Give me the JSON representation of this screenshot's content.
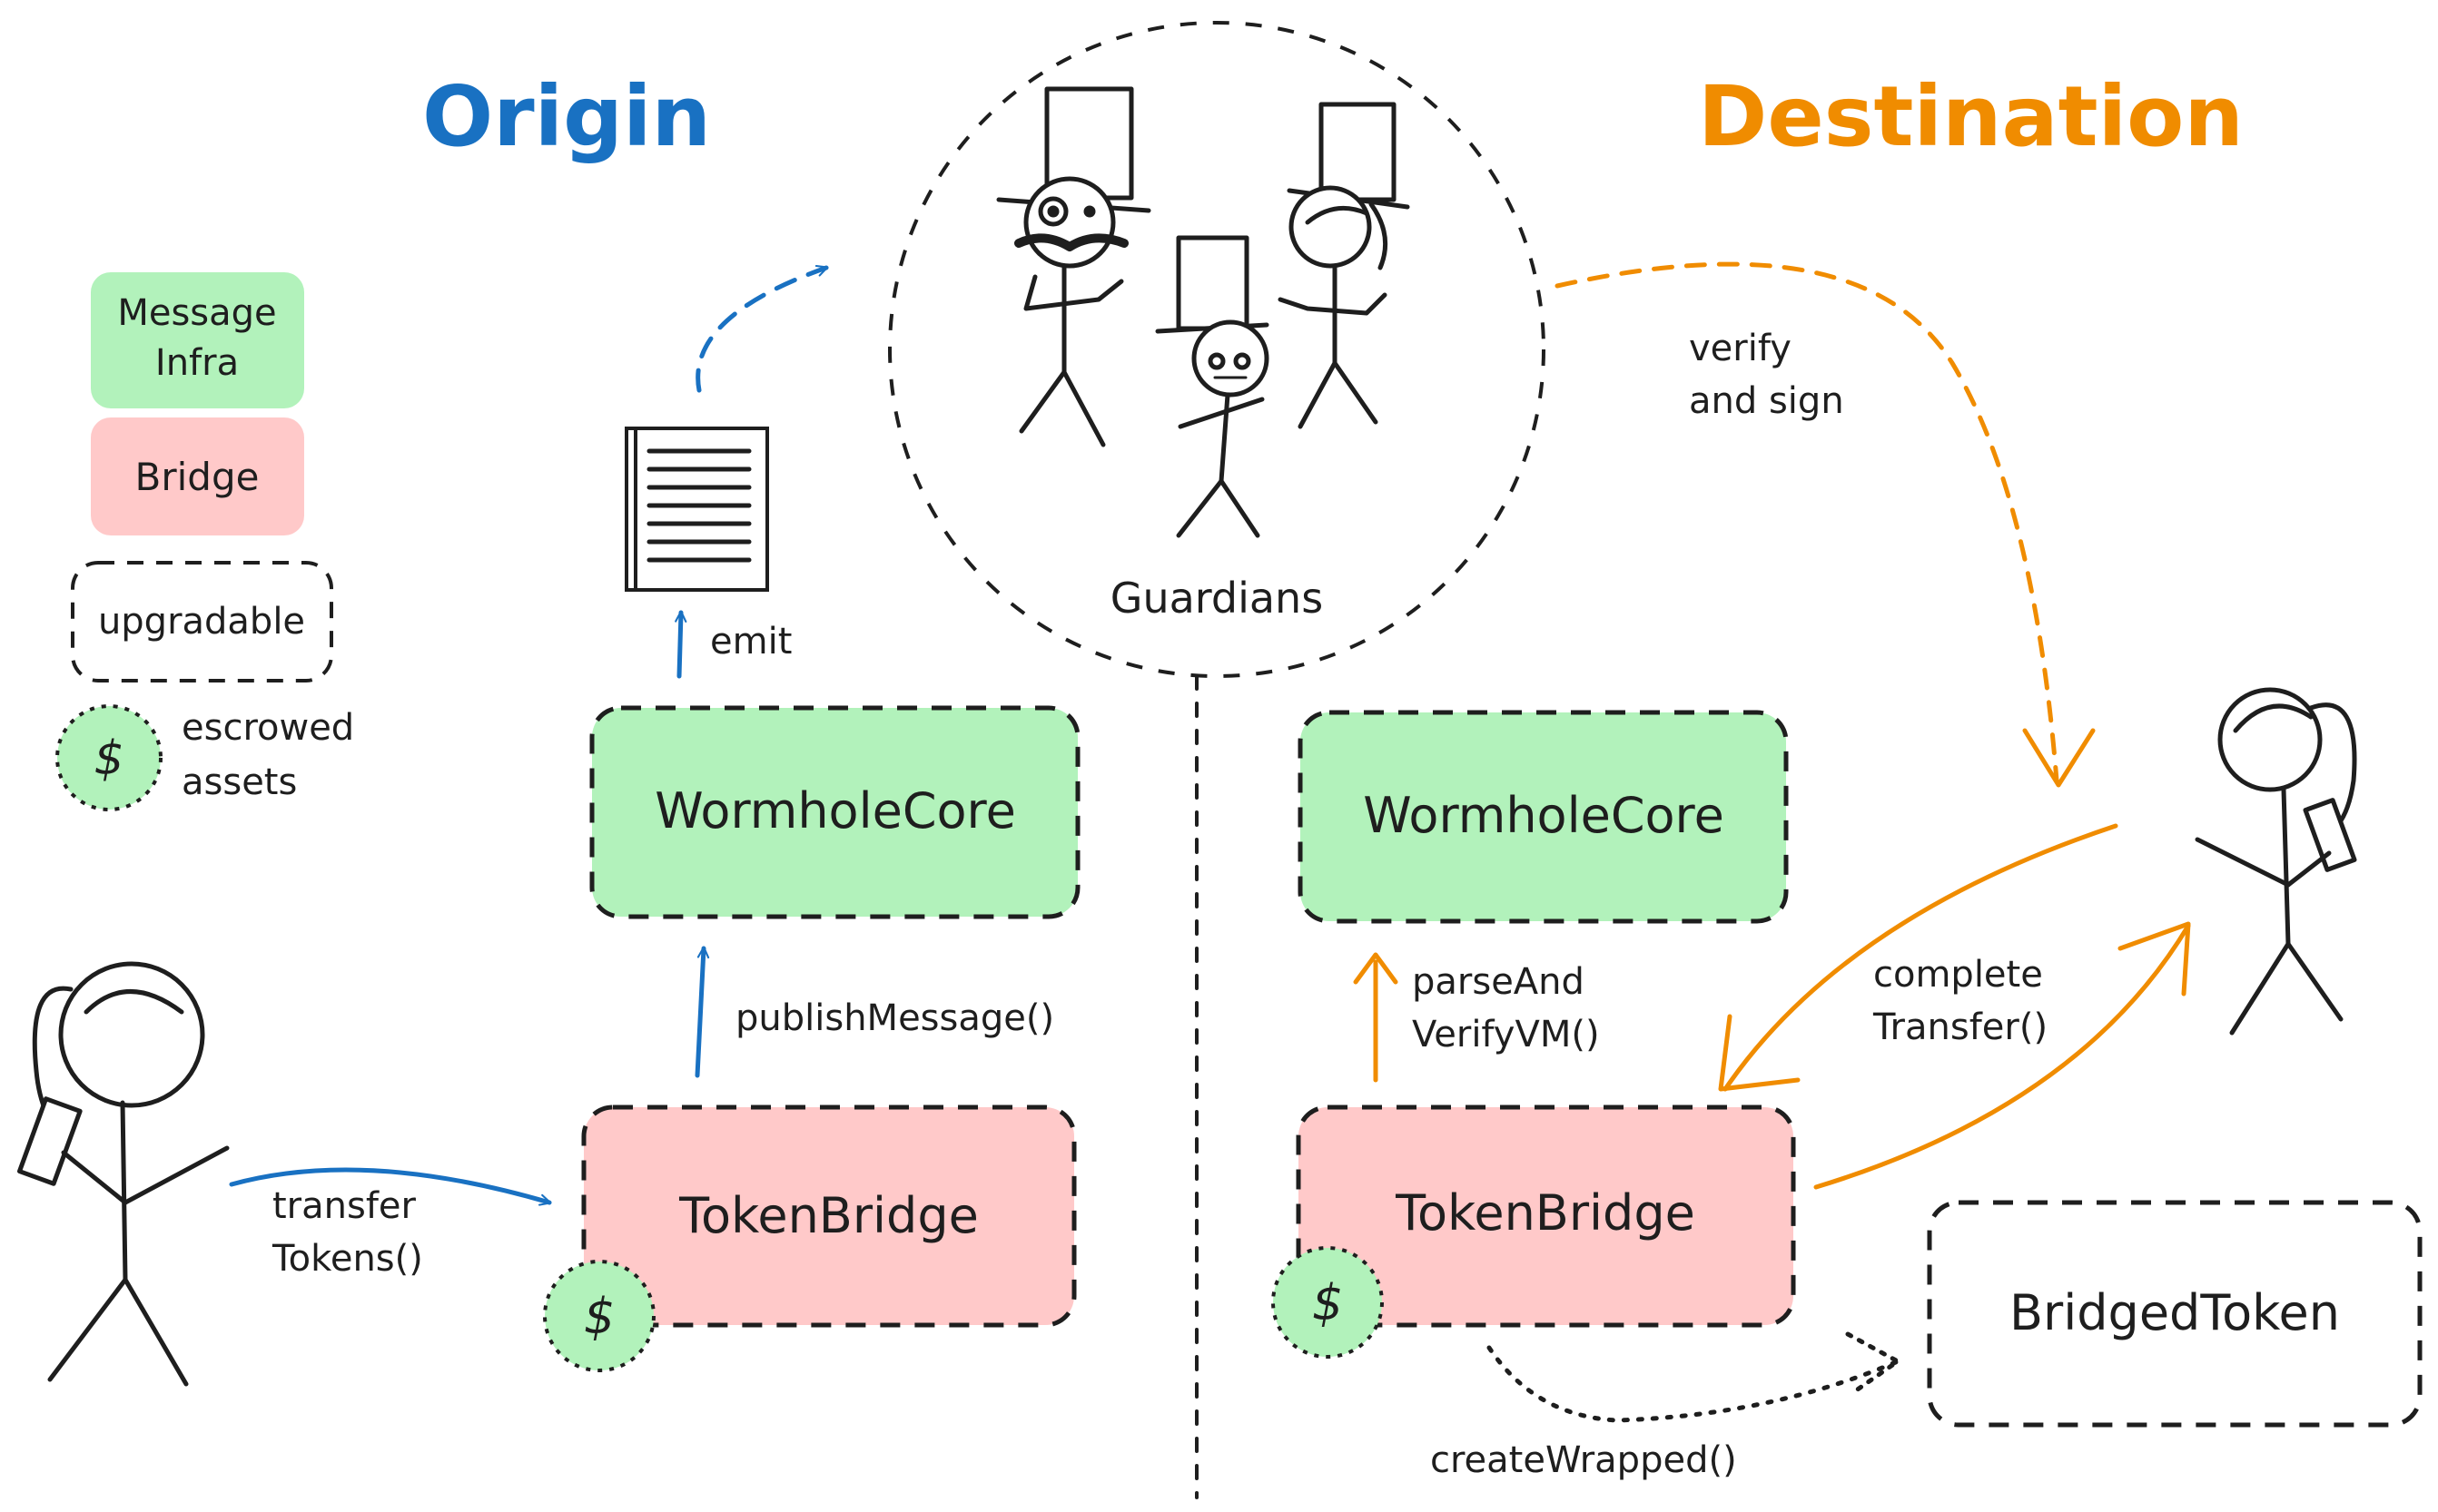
{
  "headings": {
    "origin": "Origin",
    "destination": "Destination"
  },
  "legend": {
    "message_infra": [
      "Message",
      "Infra"
    ],
    "bridge": "Bridge",
    "upgradable": "upgradable",
    "escrow_symbol": "$",
    "escrowed_assets": [
      "escrowed",
      "assets"
    ]
  },
  "guardians": {
    "label": "Guardians"
  },
  "origin": {
    "core_label": "WormholeCore",
    "bridge_label": "TokenBridge",
    "emit_label": "emit",
    "publish_label": "publishMessage()",
    "transfer_label": [
      "transfer",
      "Tokens()"
    ],
    "escrow_symbol": "$"
  },
  "destination": {
    "core_label": "WormholeCore",
    "bridge_label": "TokenBridge",
    "bridged_token_label": "BridgedToken",
    "verify_sign_label": [
      "verify",
      "and sign"
    ],
    "parse_label": [
      "parseAnd",
      "VerifyVM()"
    ],
    "complete_label": [
      "complete",
      "Transfer()"
    ],
    "create_wrapped_label": "createWrapped()",
    "escrow_symbol": "$"
  },
  "colors": {
    "origin_blue": "#1971c2",
    "destination_orange": "#f08c00",
    "message_infra_green": "#b2f2bb",
    "bridge_pink": "#ffc9c9",
    "escrow_green": "#b2f2bb",
    "stroke": "#1e1e1e"
  }
}
